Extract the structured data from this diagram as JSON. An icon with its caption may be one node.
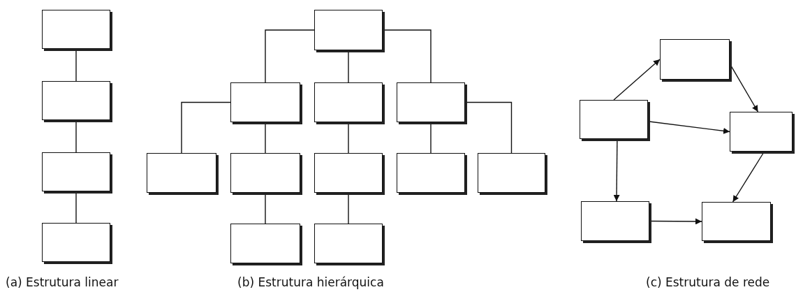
{
  "diagram": {
    "nodes": [
      {
        "text": [],
        "shape": "box"
      },
      {
        "text": [],
        "shape": "box"
      },
      {
        "text": [],
        "shape": "box"
      },
      {
        "text": [],
        "shape": "box"
      },
      {
        "text": [],
        "shape": "box"
      },
      {
        "text": [],
        "shape": "box"
      },
      {
        "text": [],
        "shape": "box"
      },
      {
        "text": [],
        "shape": "box"
      },
      {
        "text": [],
        "shape": "box"
      },
      {
        "text": [],
        "shape": "box"
      },
      {
        "text": [],
        "shape": "box"
      },
      {
        "text": [],
        "shape": "box"
      },
      {
        "text": [],
        "shape": "box"
      },
      {
        "text": [],
        "shape": "box"
      },
      {
        "text": [],
        "shape": "box"
      },
      {
        "text": [],
        "shape": "box"
      },
      {
        "text": [],
        "shape": "box"
      },
      {
        "text": [],
        "shape": "box"
      },
      {
        "text": [],
        "shape": "box"
      },
      {
        "text": [],
        "shape": "box"
      }
    ],
    "edges": [
      {
        "from": 0,
        "to": 1,
        "arrow": "none"
      },
      {
        "from": 1,
        "to": 2,
        "arrow": "none"
      },
      {
        "from": 2,
        "to": 3,
        "arrow": "none"
      },
      {
        "from": 4,
        "to": 5,
        "arrow": "none"
      },
      {
        "from": 4,
        "to": 6,
        "arrow": "none"
      },
      {
        "from": 4,
        "to": 7,
        "arrow": "none"
      },
      {
        "from": 5,
        "to": 8,
        "arrow": "none"
      },
      {
        "from": 5,
        "to": 9,
        "arrow": "none"
      },
      {
        "from": 6,
        "to": 10,
        "arrow": "none"
      },
      {
        "from": 7,
        "to": 11,
        "arrow": "none"
      },
      {
        "from": 7,
        "to": 12,
        "arrow": "none"
      },
      {
        "from": 9,
        "to": 13,
        "arrow": "none"
      },
      {
        "from": 10,
        "to": 14,
        "arrow": "none"
      },
      {
        "from": 16,
        "to": 15,
        "arrow": "to"
      },
      {
        "from": 15,
        "to": 17,
        "arrow": "to"
      },
      {
        "from": 16,
        "to": 17,
        "arrow": "to"
      },
      {
        "from": 17,
        "to": 19,
        "arrow": "to"
      },
      {
        "from": 16,
        "to": 18,
        "arrow": "to"
      },
      {
        "from": 18,
        "to": 19,
        "arrow": "to"
      }
    ],
    "labels": [
      "(a) Estrutura linear",
      "(b) Estrutura hierárquica",
      "(c) Estrutura de rede"
    ]
  }
}
